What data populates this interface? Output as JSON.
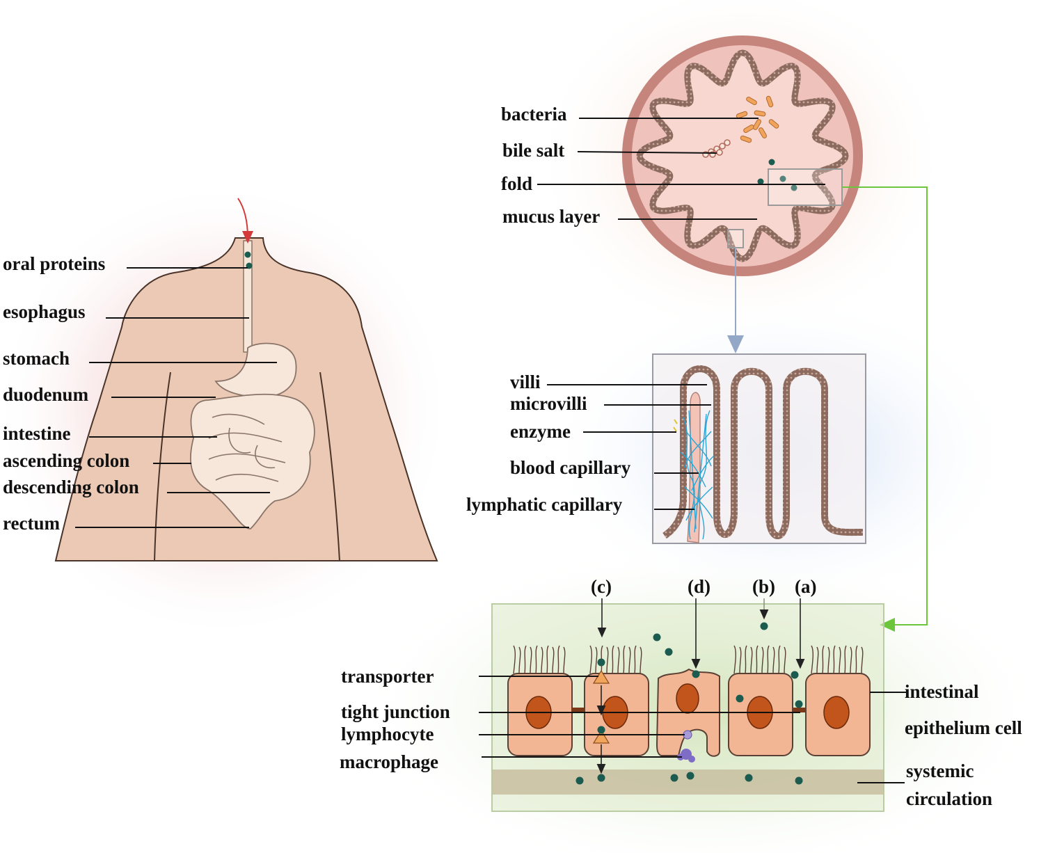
{
  "colors": {
    "skin": "#ecc9b5",
    "body_outline": "#4a3328",
    "organ_fill": "#f6e7da",
    "organ_outline": "#8a7468",
    "lumen_rim": "#c6857c",
    "lumen_fill": "#f0c2bc",
    "mucosa": "#9b7f74",
    "cell_fill": "#f3b694",
    "cell_outline": "#5a4035",
    "nucleus": "#c2551c",
    "dot": "#1c5b50",
    "capillary": "#2aa5d4",
    "transporter": "#f1a45c",
    "lymphocyte": "#a89ad8",
    "macrophage": "#7f6cc6",
    "band": "#c8bea0",
    "green_arrow": "#6cc63c",
    "grey_arrow": "#93a7c6",
    "red_arrow": "#d43a3a",
    "glow_pink": "#e9b4b4",
    "glow_blue": "#bcd3ee",
    "glow_green": "#cfe2b0",
    "glow_orange": "#f3c2a4"
  },
  "body_labels": {
    "oral_proteins": "oral proteins",
    "esophagus": "esophagus",
    "stomach": "stomach",
    "duodenum": "duodenum",
    "intestine": "intestine",
    "ascending_colon": "ascending colon",
    "descending_colon": "descending colon",
    "rectum": "rectum"
  },
  "lumen_labels": {
    "bacteria": "bacteria",
    "bile_salt": "bile salt",
    "fold": "fold",
    "mucus_layer": "mucus layer"
  },
  "villi_labels": {
    "villi": "villi",
    "microvilli": "microvilli",
    "enzyme": "enzyme",
    "blood_capillary": "blood capillary",
    "lymphatic_capillary": "lymphatic capillary"
  },
  "epithelium_labels": {
    "transporter": "transporter",
    "tight_junction": "tight junction",
    "lymphocyte": "lymphocyte",
    "macrophage": "macrophage",
    "intestinal": "intestinal",
    "epithelium_cell": "epithelium cell",
    "systemic": "systemic",
    "circulation": "circulation"
  },
  "pathways": {
    "c": "(c)",
    "d": "(d)",
    "b": "(b)",
    "a": "(a)"
  }
}
